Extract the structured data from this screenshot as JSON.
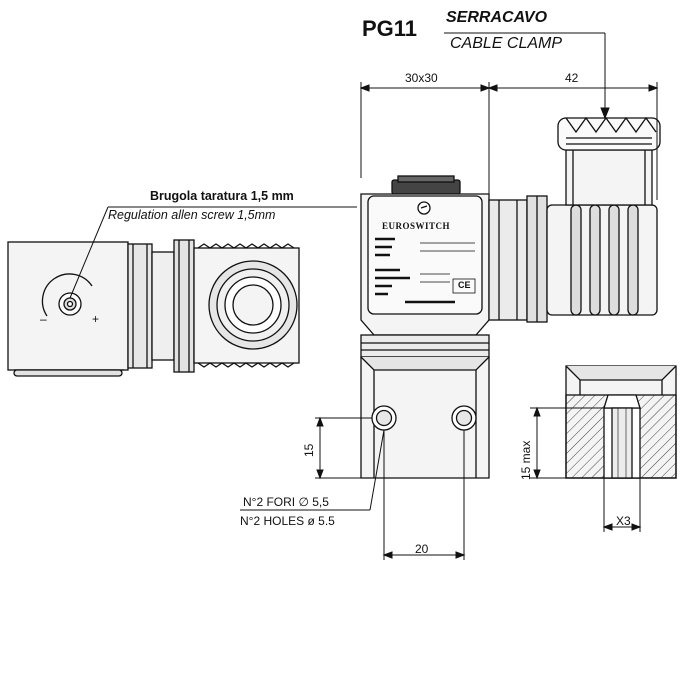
{
  "title": {
    "code": "PG11",
    "italian": "SERRACAVO",
    "english": "CABLE CLAMP"
  },
  "dimensions": {
    "width_30x30": "30x30",
    "length_42": "42",
    "hole_spacing_v": "15",
    "hole_spacing_h": "20",
    "depth_max": "15 max",
    "thread": "X3"
  },
  "notes": {
    "screw_it": "Brugola taratura 1,5 mm",
    "screw_en": "Regulation allen screw 1,5mm",
    "holes_it": "N°2 FORI ∅ 5,5",
    "holes_en": "N°2 HOLES ø 5.5"
  },
  "label_plate": {
    "brand": "EUROSWITCH",
    "mark": "CE"
  },
  "colors": {
    "line": "#111111",
    "fill_light": "#f2f2f2",
    "fill_mid": "#d9d9d9",
    "hatch": "#444444"
  }
}
